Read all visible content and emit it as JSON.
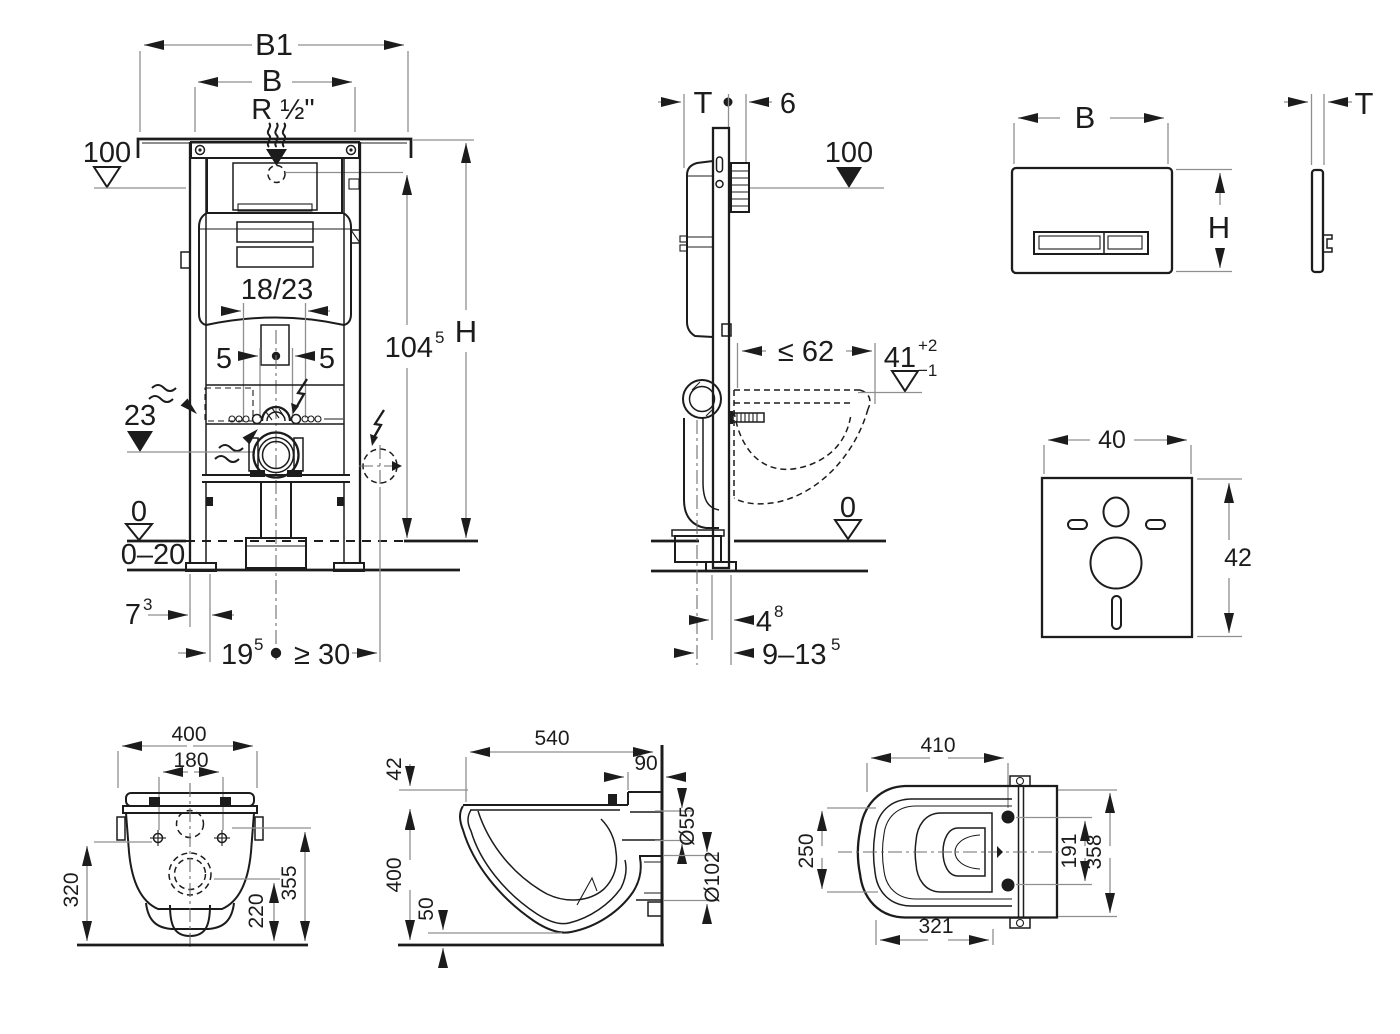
{
  "title": "wall-hung WC concealed cistern installation drawing",
  "colors": {
    "background": "#ffffff",
    "line": "#1c1c1c",
    "dim_line": "#8f8f8f"
  },
  "views": {
    "frame_front": {
      "label_b1": "B1",
      "label_b": "B",
      "label_r_half": "R ½\"",
      "level_100": "100",
      "dim_18_23": "18/23",
      "dim_5_left": "5",
      "dim_5_right": "5",
      "level_23": "23",
      "dim_104": "104",
      "dim_104_sup": "5",
      "label_h": "H",
      "level_0": "0",
      "dim_0_20": "0–20",
      "dim_7": "7",
      "dim_7_sup": "3",
      "dim_19": "19",
      "dim_19_sup": "5",
      "dim_ge30": "≥ 30"
    },
    "frame_side": {
      "label_t": "T",
      "dim_6": "6",
      "level_100": "100",
      "dim_le62": "≤ 62",
      "dim_41": "41",
      "dim_41_sup": "+2",
      "dim_41_sub": "−1",
      "level_0": "0",
      "dim_4": "4",
      "dim_4_sup": "8",
      "dim_9_13": "9–13",
      "dim_9_13_sup": "5"
    },
    "flush_plate": {
      "label_b": "B",
      "label_h": "H",
      "label_t": "T"
    },
    "sound_pad": {
      "dim_40": "40",
      "dim_42": "42"
    },
    "wc_rear": {
      "dim_400": "400",
      "dim_180": "180",
      "dim_320": "320",
      "dim_355": "355",
      "dim_220": "220"
    },
    "wc_side": {
      "dim_540": "540",
      "dim_42": "42",
      "dim_90": "90",
      "dim_55": "Ø55",
      "dim_102": "Ø102",
      "dim_400": "400",
      "dim_50": "50"
    },
    "wc_top": {
      "dim_410": "410",
      "dim_250": "250",
      "dim_191": "191",
      "dim_358": "358",
      "dim_321": "321"
    }
  }
}
